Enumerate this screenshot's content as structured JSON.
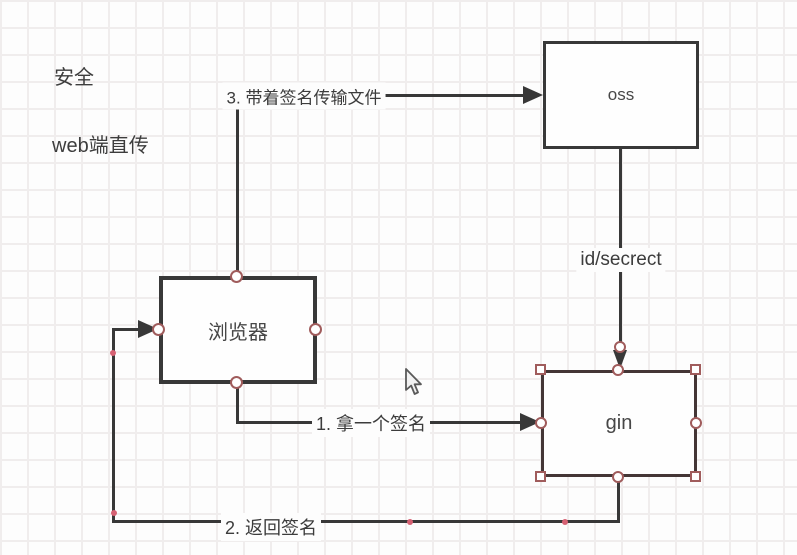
{
  "canvas": {
    "background": "#fdfdfd",
    "grid_color": "#f0eded",
    "stroke_color": "#383838",
    "selection_handle_color": "#a05c5c",
    "waypoint_dot_color": "#d66173"
  },
  "notes": {
    "security": "安全",
    "web_direct_upload": "web端直传"
  },
  "nodes": {
    "oss": {
      "label": "oss"
    },
    "browser": {
      "label": "浏览器"
    },
    "gin": {
      "label": "gin"
    }
  },
  "edges": {
    "transfer_file": {
      "label": "3. 带着签名传输文件"
    },
    "id_secret": {
      "label": "id/secrect"
    },
    "get_signature": {
      "label": "1. 拿一个签名"
    },
    "return_signature": {
      "label": "2. 返回签名"
    }
  },
  "cursor": {
    "type": "arrow-pointer"
  }
}
